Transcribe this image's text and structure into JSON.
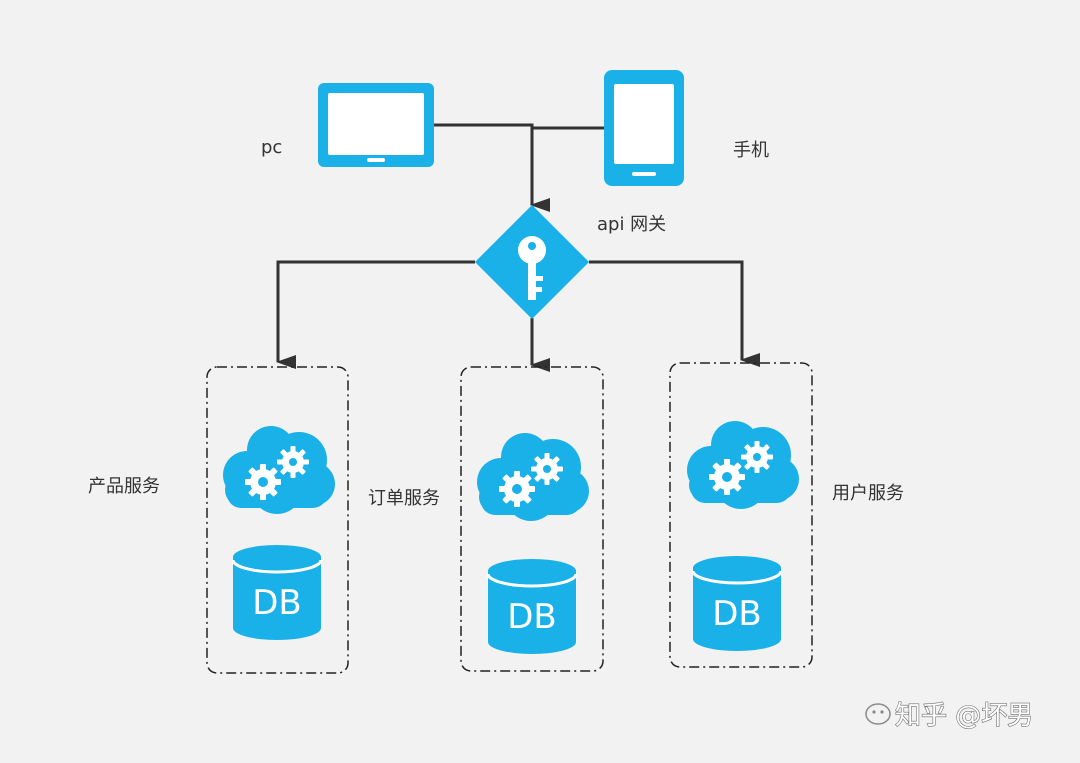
{
  "colors": {
    "accent": "#1ab0e8",
    "line": "#333333",
    "background": "#f2f2f2"
  },
  "clients": {
    "pc_label": "pc",
    "mobile_label": "手机"
  },
  "gateway": {
    "label": "api 网关",
    "icon": "key-icon"
  },
  "services": [
    {
      "label": "产品服务",
      "db_label": "DB"
    },
    {
      "label": "订单服务",
      "db_label": "DB"
    },
    {
      "label": "用户服务",
      "db_label": "DB"
    }
  ],
  "watermark": {
    "text": "知乎 @坏男"
  }
}
